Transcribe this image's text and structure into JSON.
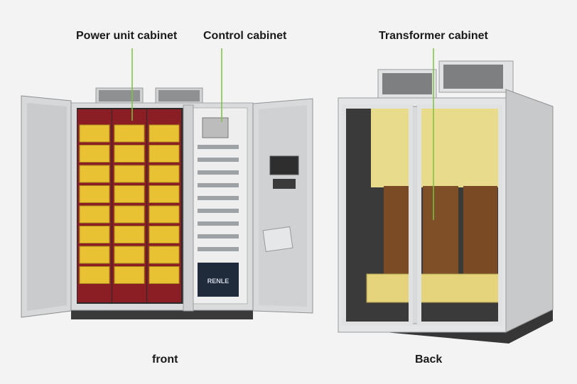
{
  "labels": {
    "power_unit": "Power unit cabinet",
    "control": "Control cabinet",
    "transformer": "Transformer cabinet"
  },
  "captions": {
    "front": "front",
    "back": "Back"
  },
  "brand": "RENLE",
  "colors": {
    "background": "#f3f3f3",
    "cabinet_body": "#dcdedf",
    "power_frame": "#8a1e24",
    "power_module": "#e9c233",
    "transformer_yoke": "#e9dc8a",
    "transformer_coil": "#7a4a24",
    "leader_line": "#7cc242"
  }
}
